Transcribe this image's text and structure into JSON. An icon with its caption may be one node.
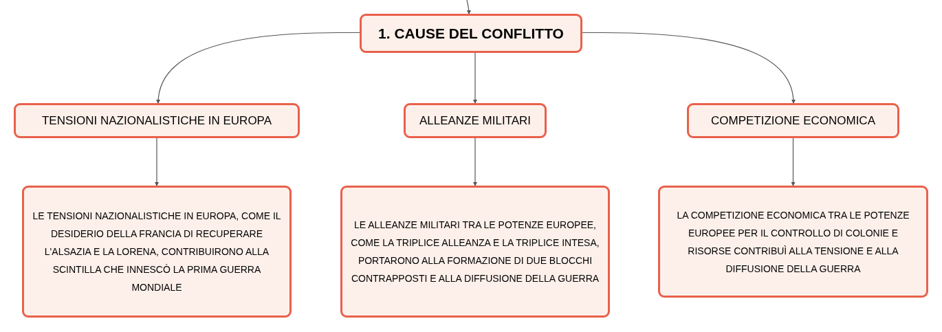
{
  "diagram": {
    "nodes": [
      {
        "text": [
          "1. CAUSE DEL CONFLITTO"
        ]
      },
      {
        "text": [
          "TENSIONI NAZIONALISTICHE IN EUROPA"
        ]
      },
      {
        "text": [
          "ALLEANZE MILITARI"
        ]
      },
      {
        "text": [
          "COMPETIZIONE ECONOMICA"
        ]
      },
      {
        "text": [
          "LE TENSIONI NAZIONALISTICHE IN EUROPA, COME IL DESIDERIO DELLA FRANCIA DI RECUPERARE L'ALSAZIA E LA LORENA, CONTRIBUIRONO ALLA SCINTILLA CHE INNESCÒ LA PRIMA GUERRA MONDIALE"
        ]
      },
      {
        "text": [
          "LE ALLEANZE MILITARI TRA LE POTENZE EUROPEE, COME LA TRIPLICE ALLEANZA E LA TRIPLICE INTESA, PORTARONO ALLA FORMAZIONE DI DUE BLOCCHI CONTRAPPOSTI E ALLA DIFFUSIONE DELLA GUERRA"
        ]
      },
      {
        "text": [
          "LA COMPETIZIONE ECONOMICA TRA LE POTENZE EUROPEE PER IL CONTROLLO DI COLONIE E RISORSE CONTRIBUÌ ALLA TENSIONE E ALLA DIFFUSIONE DELLA GUERRA"
        ]
      }
    ],
    "edges": [
      {
        "from": null,
        "to": 0,
        "arrow": "to"
      },
      {
        "from": 0,
        "to": 1,
        "arrow": "to"
      },
      {
        "from": 0,
        "to": 2,
        "arrow": "to"
      },
      {
        "from": 0,
        "to": 3,
        "arrow": "to"
      },
      {
        "from": 1,
        "to": 4,
        "arrow": "to"
      },
      {
        "from": 2,
        "to": 5,
        "arrow": "to"
      },
      {
        "from": 3,
        "to": 6,
        "arrow": "to"
      }
    ]
  }
}
